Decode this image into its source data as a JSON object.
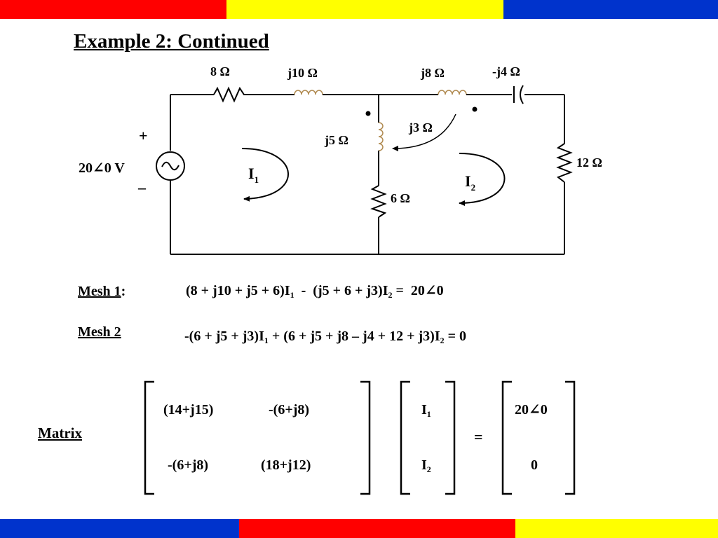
{
  "colors": {
    "red": "#ff0000",
    "yellow": "#ffff00",
    "blue": "#0033cc"
  },
  "title": "Example 2:  Continued",
  "circuit": {
    "r8": "8 Ω",
    "l10": "j10 Ω",
    "l8": "j8 Ω",
    "c4": "-j4 Ω",
    "r12": "12 Ω",
    "l5": "j5 Ω",
    "r6": "6 Ω",
    "m3": "j3 Ω",
    "source_value": "20∠0 V",
    "source_plus": "+",
    "source_minus": "–",
    "mesh1": "I",
    "mesh1_sub": "1",
    "mesh2": "I",
    "mesh2_sub": "2"
  },
  "equations": {
    "mesh1_label": "Mesh 1",
    "mesh1_colon": ":",
    "mesh1_a": "(8 + j10 + j5 + 6)I",
    "mesh1_a_sub": "1",
    "mesh1_b": "  -  (j5 + 6 + j3)I",
    "mesh1_b_sub": "2",
    "mesh1_c": " =  20∠0",
    "mesh2_label": "Mesh 2",
    "mesh2_a": "-(6 + j5 + j3)I",
    "mesh2_a_sub": "1",
    "mesh2_b": " + (6 + j5 + j8 – j4 + 12 + j3)I",
    "mesh2_b_sub": "2",
    "mesh2_c": " = 0"
  },
  "matrix": {
    "label": "Matrix",
    "a11": "(14+j15)",
    "a12": "-(6+j8)",
    "a21": "-(6+j8)",
    "a22": "(18+j12)",
    "x1": "I",
    "x1_sub": "1",
    "x2": "I",
    "x2_sub": "2",
    "equals": "=",
    "b1": "20∠0",
    "b2": "0"
  }
}
